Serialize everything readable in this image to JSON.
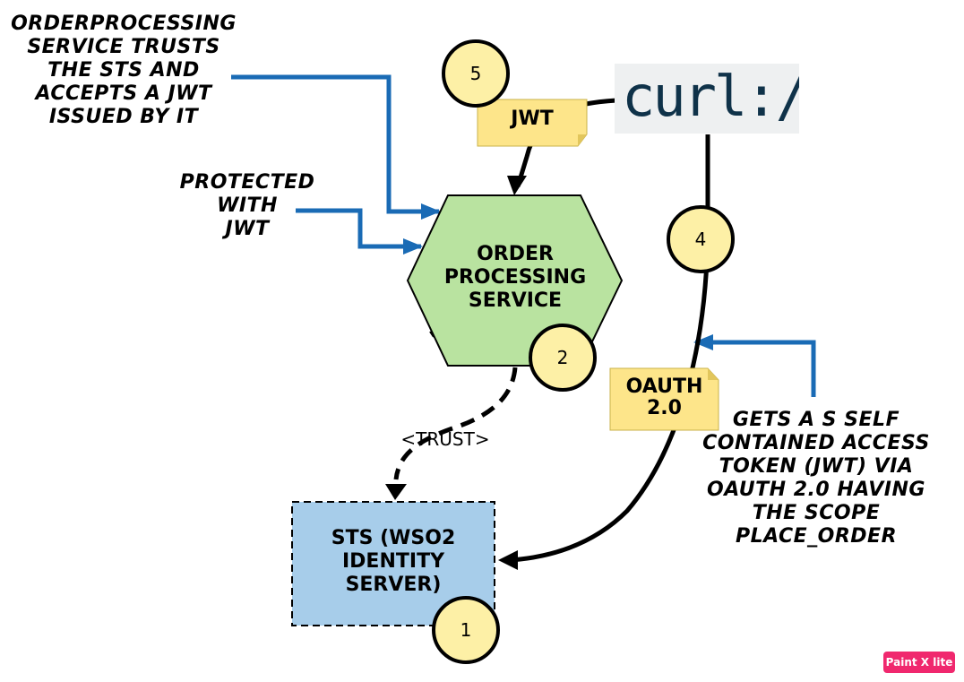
{
  "notes": {
    "orderprocessing_trust": [
      "ORDERPROCESSING",
      "SERVICE TRUSTS",
      "THE STS AND",
      "ACCEPTS A JWT",
      "ISSUED BY IT"
    ],
    "protected": [
      "PROTECTED",
      "WITH",
      "JWT"
    ],
    "gets_token": [
      "GETS A S SELF",
      "CONTAINED ACCESS",
      "TOKEN (JWT) VIA",
      "OAUTH 2.0 HAVING",
      "THE SCOPE",
      "PLACE_ORDER"
    ]
  },
  "nodes": {
    "order_service": [
      "ORDER",
      "PROCESSING",
      "SERVICE"
    ],
    "sts": [
      "STS (WSO2",
      "IDENTITY",
      "SERVER)"
    ]
  },
  "stickies": {
    "jwt": "JWT",
    "oauth": [
      "OAUTH",
      "2.0"
    ]
  },
  "edge_labels": {
    "trust": "<TRUST>"
  },
  "steps": {
    "s1": "1",
    "s2": "2",
    "s4": "4",
    "s5": "5"
  },
  "curl_logo": "curl://",
  "badge": "Paint X lite",
  "colors": {
    "hexagon_fill": "#b9e3a0",
    "sts_fill": "#a7cdea",
    "sticky_fill": "#fde58a",
    "circle_fill": "#fdf0a6",
    "arrow_blue": "#1a6bb5"
  }
}
